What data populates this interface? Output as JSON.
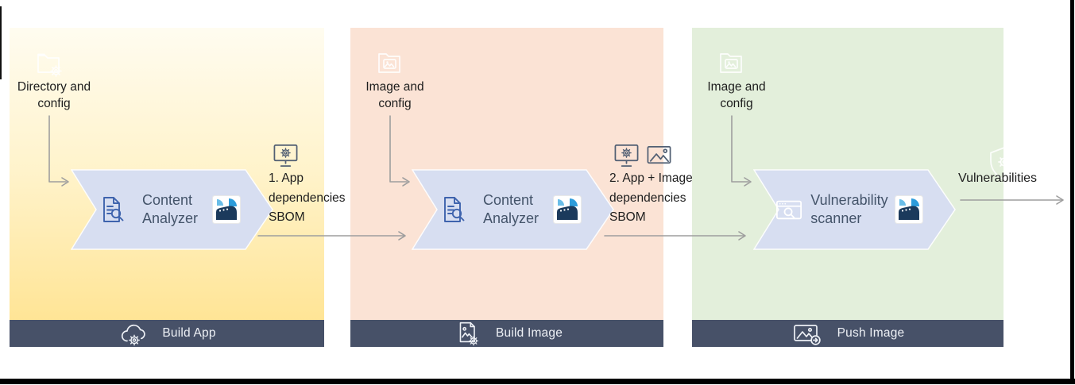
{
  "panels": [
    {
      "stage": "Build App",
      "input_icon": "folder-gear-icon",
      "input_line1": "Directory and",
      "input_line2": "config",
      "process_icon": "document-search-icon",
      "process_line1": "Content",
      "process_line2": "Analyzer",
      "process_logo": "analyzer-logo-icon",
      "output_icons": [
        "monitor-gear-icon"
      ],
      "output_line1": "1. App",
      "output_line2": "dependencies",
      "output_line3": "SBOM",
      "footer_icon": "cloud-gear-icon",
      "footer_label": "Build App"
    },
    {
      "stage": "Build Image",
      "input_icon": "folder-image-icon",
      "input_line1": "Image and",
      "input_line2": "config",
      "process_icon": "document-search-icon",
      "process_line1": "Content",
      "process_line2": "Analyzer",
      "process_logo": "analyzer-logo-icon",
      "output_icons": [
        "monitor-gear-icon",
        "image-icon"
      ],
      "output_line1": "2. App + Image",
      "output_line2": "dependencies",
      "output_line3": "SBOM",
      "footer_icon": "image-document-gear-icon",
      "footer_label": "Build Image"
    },
    {
      "stage": "Push Image",
      "input_icon": "folder-image-icon",
      "input_line1": "Image and",
      "input_line2": "config",
      "process_icon": "window-search-icon",
      "process_line1": "Vulnerability",
      "process_line2": "scanner",
      "process_logo": "analyzer-logo-icon",
      "watermark_icon": "shield-gear-icon",
      "footer_icon": "image-push-arrow-icon",
      "footer_label": "Push Image"
    }
  ],
  "final_output_label": "Vulnerabilities",
  "colors": {
    "panel1_gradient_top": "#FFFCF0",
    "panel1_gradient_bottom": "#FFE28C",
    "panel2_bg": "#FBE3D5",
    "panel3_bg": "#E3EFDB",
    "footer_bar": "#475168",
    "chevron_fill": "#D7DEF1",
    "process_text": "#44546A",
    "connector_gray": "#9E9E9E",
    "logo_navy": "#1B3A5C",
    "logo_blue": "#2D9CDB",
    "frame_black": "#000000"
  }
}
